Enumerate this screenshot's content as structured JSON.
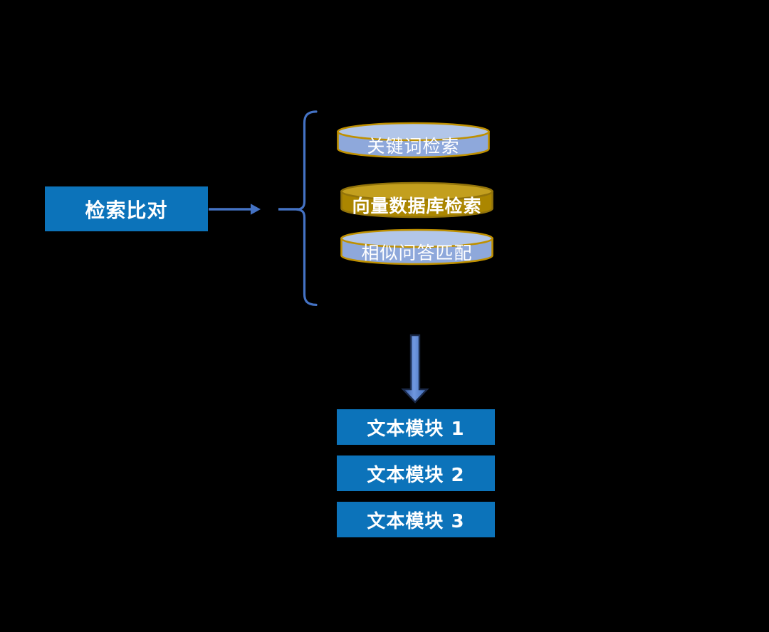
{
  "diagram": {
    "title": "retrieval-comparison-flow",
    "background_color": "#000000",
    "source_box": {
      "label": "检索比对",
      "fill": "#0c73ba",
      "text_color": "#ffffff"
    },
    "connector": {
      "right_arrow_icon": "right-arrow",
      "brace_icon": "left-curly-brace",
      "down_arrow_icon": "down-block-arrow",
      "line_color": "#4472c4",
      "down_arrow_fill": "#406ab4",
      "down_arrow_border": "#1b2a4a"
    },
    "branch": {
      "cylinders": [
        {
          "label": "关键词检索",
          "variant": "blue",
          "body_fill": "#8ea8db",
          "top_fill": "#b2c6e9",
          "stroke": "#bf9000"
        },
        {
          "label": "向量数据库检索",
          "variant": "gold",
          "body_fill": "#ab8600",
          "top_fill": "#c39f1e",
          "stroke": "#93740a"
        },
        {
          "label": "相似问答匹配",
          "variant": "blue",
          "body_fill": "#8ea8db",
          "top_fill": "#b2c6e9",
          "stroke": "#bf9000"
        }
      ]
    },
    "modules": [
      {
        "label": "文本模块 1",
        "fill": "#0c73ba",
        "text_color": "#ffffff"
      },
      {
        "label": "文本模块 2",
        "fill": "#0c73ba",
        "text_color": "#ffffff"
      },
      {
        "label": "文本模块 3",
        "fill": "#0c73ba",
        "text_color": "#ffffff"
      }
    ]
  }
}
